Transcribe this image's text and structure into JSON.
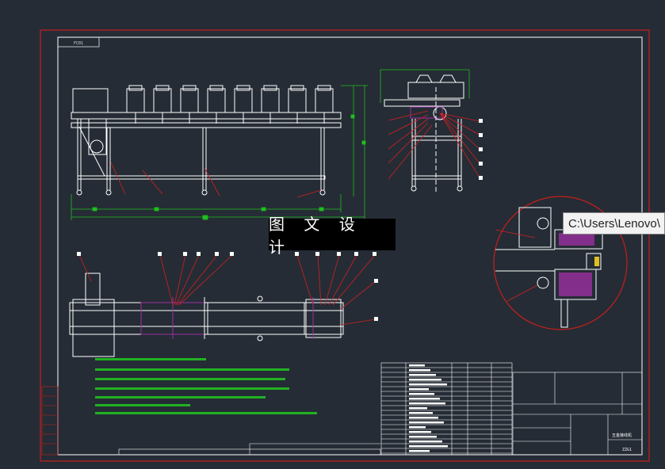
{
  "watermark": {
    "text": "图 文 设 计"
  },
  "tooltip": {
    "text": "C:\\Users\\Lenovo\\"
  },
  "drawing_number": "FC01",
  "title_block": {
    "drawing_name": "五金接线机",
    "drawing_code": "ZZG1"
  },
  "colors": {
    "background": "#252c35",
    "outer_frame": "#c81e1e",
    "inner_frame": "#ffffff",
    "structure": "#ffffff",
    "dimension": "#1fbf1f",
    "leader": "#d02020",
    "section_fill": "#9a2fa0",
    "notes": "#22b122"
  },
  "icons": [
    "leader-callout-box"
  ]
}
